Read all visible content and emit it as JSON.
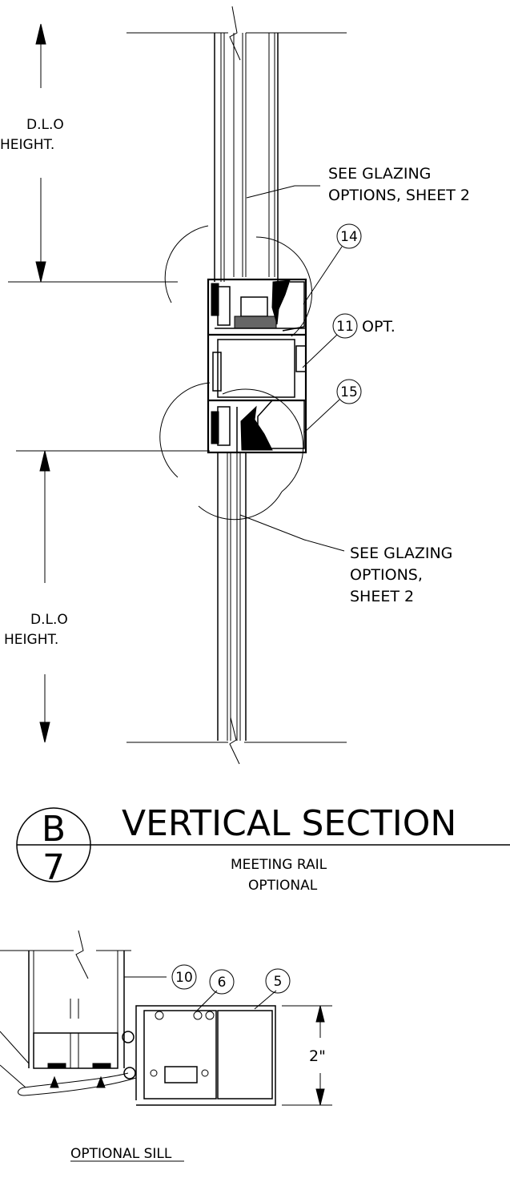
{
  "upper": {
    "dlo_label_line1": "D.L.O",
    "dlo_label_line2": "HEIGHT.",
    "glazing_note_line1": "SEE GLAZING",
    "glazing_note_line2": "OPTIONS, SHEET 2",
    "tags": {
      "t14": "14",
      "t11": "11",
      "t11_suffix": "OPT.",
      "t15": "15"
    }
  },
  "lower": {
    "dlo_label_line1": "D.L.O",
    "dlo_label_line2": "HEIGHT.",
    "glazing_note_line1": "SEE GLAZING",
    "glazing_note_line2": "OPTIONS,",
    "glazing_note_line3": "SHEET 2"
  },
  "section_title": {
    "detail_letter": "B",
    "sheet_number": "7",
    "title": "VERTICAL SECTION",
    "subtitle_line1": "MEETING RAIL",
    "subtitle_line2": "OPTIONAL"
  },
  "sill": {
    "tags": {
      "t10": "10",
      "t6": "6",
      "t5": "5"
    },
    "dimension": "2\"",
    "caption": "OPTIONAL SILL"
  }
}
